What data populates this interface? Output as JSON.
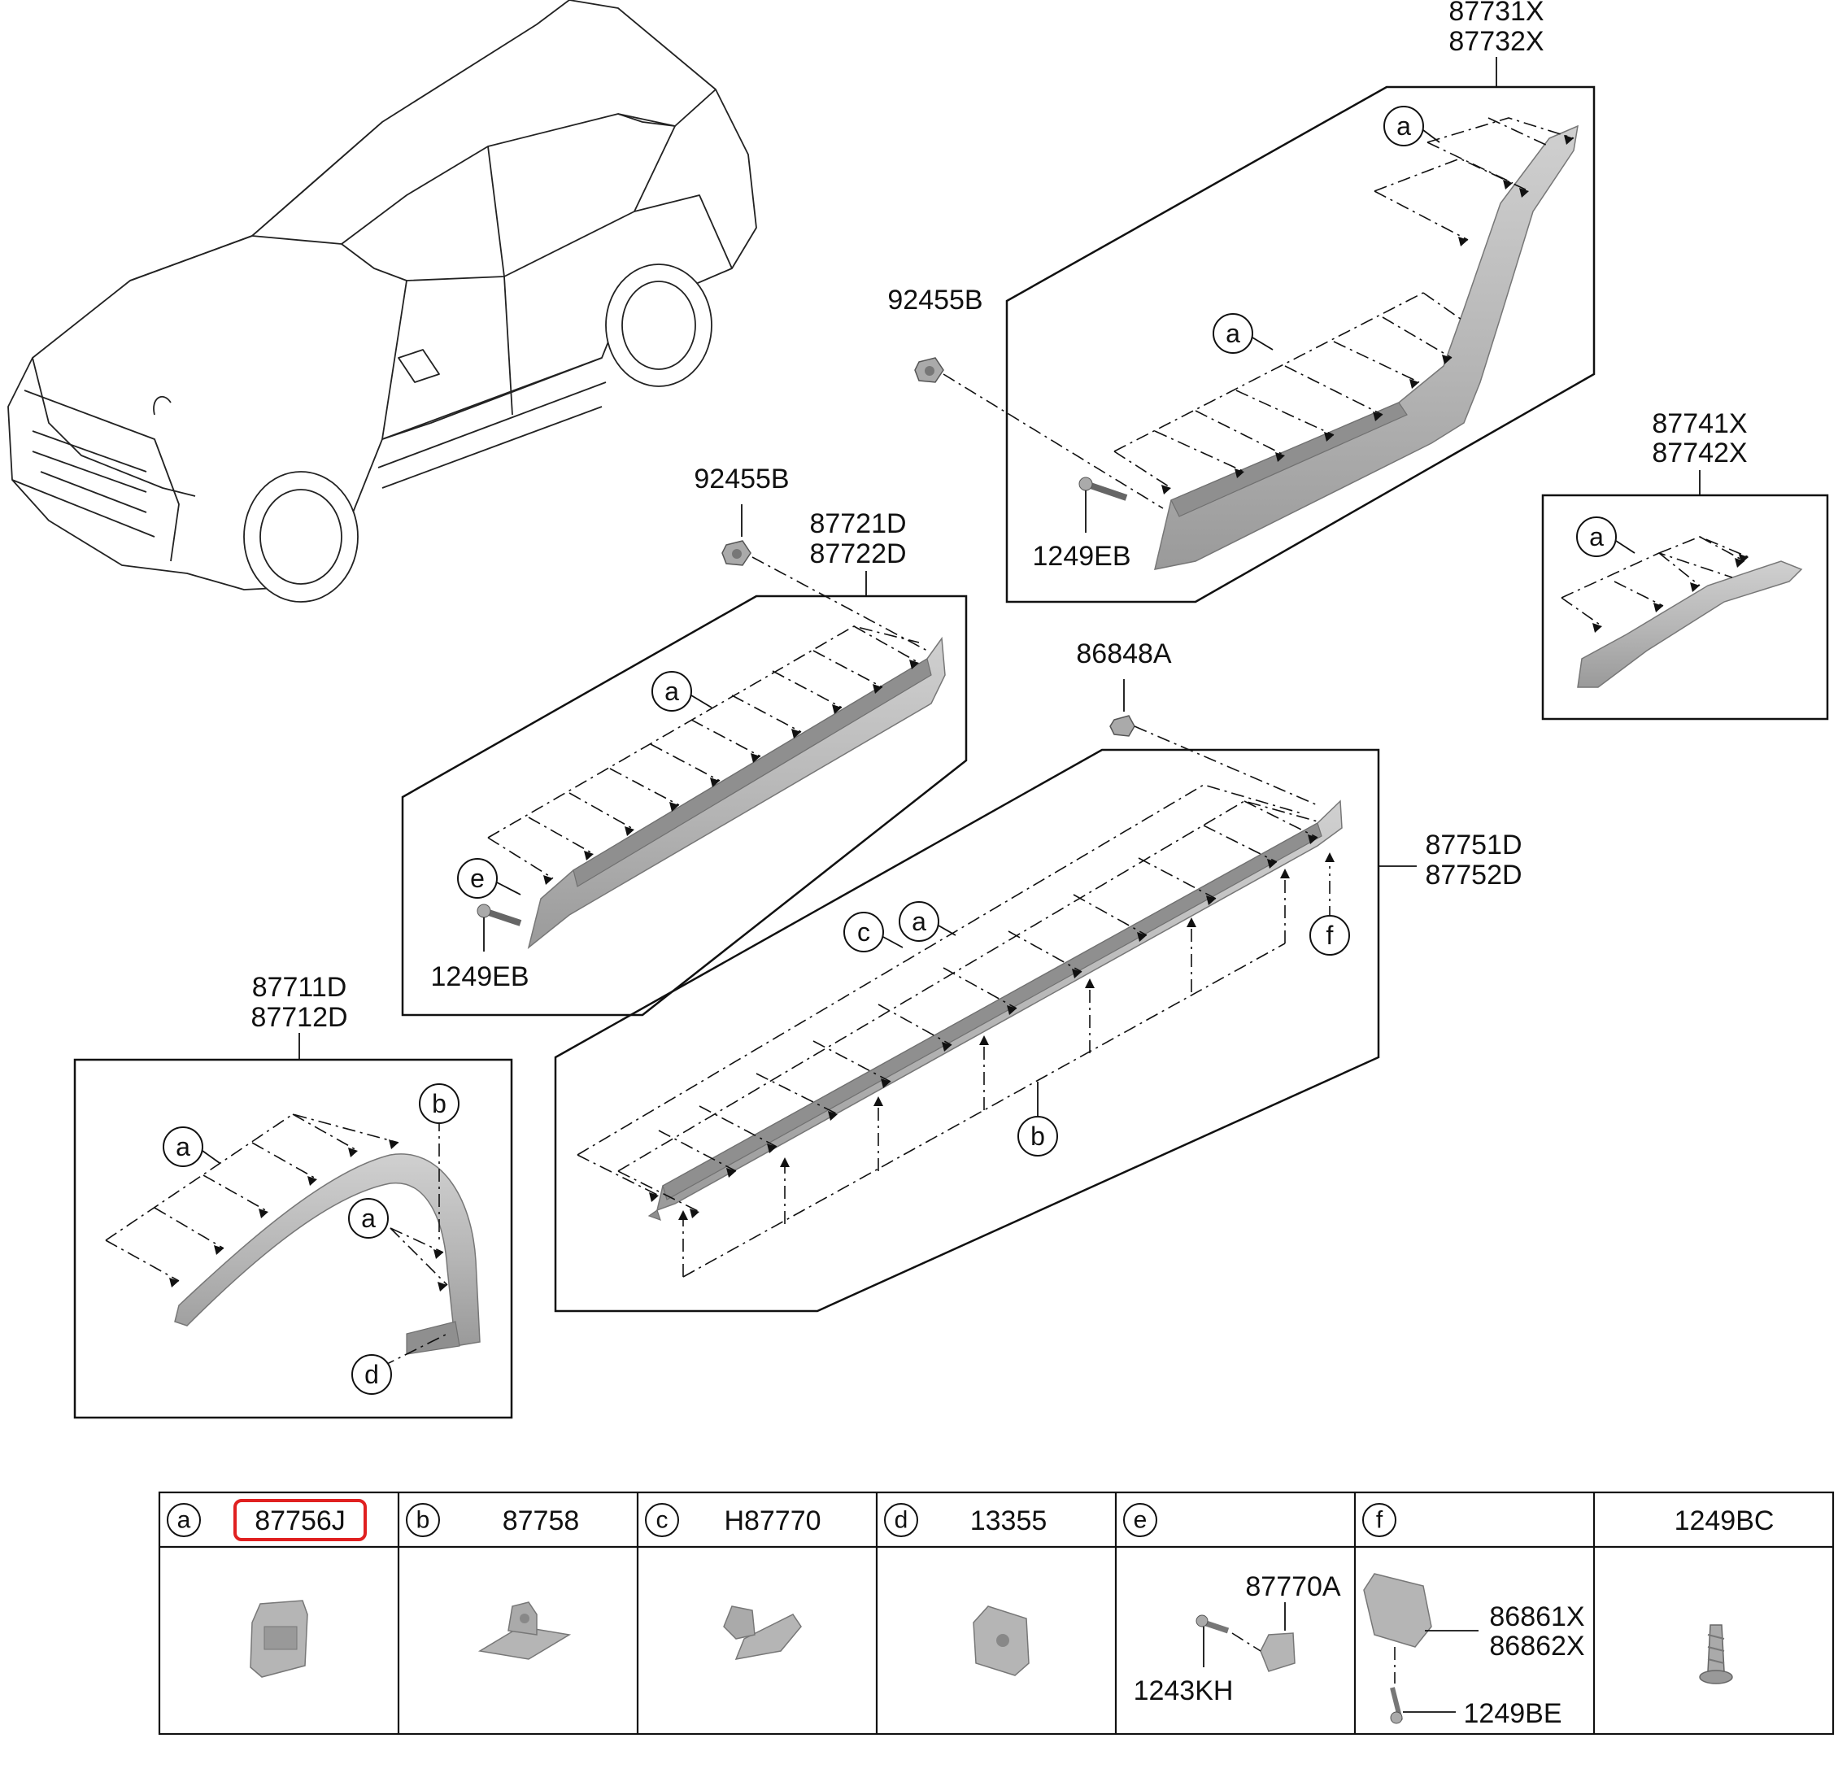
{
  "parts": {
    "wheel_arch_rear": [
      "87731X",
      "87732X"
    ],
    "rear_door_garnish": [
      "87741X",
      "87742X"
    ],
    "front_door_garnish": [
      "87721D",
      "87722D"
    ],
    "side_sill": [
      "87751D",
      "87752D"
    ],
    "wheel_arch_front": [
      "87711D",
      "87712D"
    ],
    "nut_1": "92455B",
    "nut_2": "92455B",
    "screw_1": "1249EB",
    "screw_2": "1249EB",
    "clip": "86848A"
  },
  "callouts": [
    "a",
    "b",
    "c",
    "d",
    "e",
    "f"
  ],
  "legend": {
    "cells": [
      {
        "letter": "a",
        "code": "87756J",
        "highlighted": true
      },
      {
        "letter": "b",
        "code": "87758"
      },
      {
        "letter": "c",
        "code": "H87770"
      },
      {
        "letter": "d",
        "code": "13355"
      },
      {
        "letter": "e",
        "code": ""
      },
      {
        "letter": "f",
        "code": ""
      },
      {
        "letter": "",
        "code": "1249BC"
      }
    ],
    "e_parts": [
      "87770A",
      "1243KH"
    ],
    "f_parts": [
      "86861X",
      "86862X",
      "1249BE"
    ]
  },
  "colors": {
    "highlight": "#e02020",
    "part_fill": "#b8b8b8",
    "line": "#111111"
  }
}
